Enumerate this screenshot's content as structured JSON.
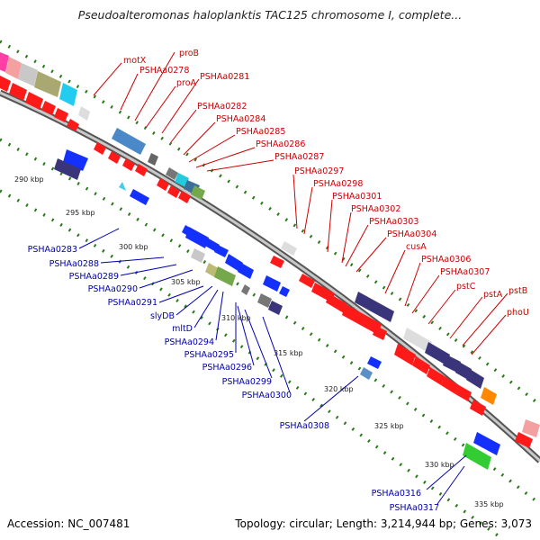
{
  "title": "Pseudoalteromonas haloplanktis TAC125 chromosome I, complete...",
  "accession": "Accession: NC_007481",
  "topology": "Topology: circular; Length: 3,214,944 bp; Genes: 3,073",
  "ticks": [
    "290 kbp",
    "295 kbp",
    "300 kbp",
    "305 kbp",
    "310 kbp",
    "315 kbp",
    "320 kbp",
    "325 kbp",
    "330 kbp",
    "335 kbp"
  ],
  "genes_forward": [
    "motX",
    "proB",
    "PSHAa0278",
    "proA",
    "PSHAa0281",
    "PSHAa0282",
    "PSHAa0284",
    "PSHAa0285",
    "PSHAa0286",
    "PSHAa0287",
    "PSHAa0297",
    "PSHAa0298",
    "PSHAa0301",
    "PSHAa0302",
    "PSHAa0303",
    "PSHAa0304",
    "cusA",
    "PSHAa0306",
    "PSHAa0307",
    "pstC",
    "pstA",
    "pstB",
    "phoU"
  ],
  "genes_reverse": [
    "PSHAa0283",
    "PSHAa0288",
    "PSHAa0289",
    "PSHAa0290",
    "PSHAa0291",
    "slyDB",
    "mltD",
    "PSHAa0294",
    "PSHAa0295",
    "PSHAa0296",
    "PSHAa0299",
    "PSHAa0300",
    "PSHAa0308",
    "PSHAa0316",
    "PSHAa0317"
  ],
  "colors": {
    "forward_label": "#cc0000",
    "reverse_label": "#0000aa",
    "forward_gene": "#ff1a1a",
    "reverse_gene": "#1430ff",
    "backbone": "#999999",
    "dots": "#2a7a1a"
  }
}
